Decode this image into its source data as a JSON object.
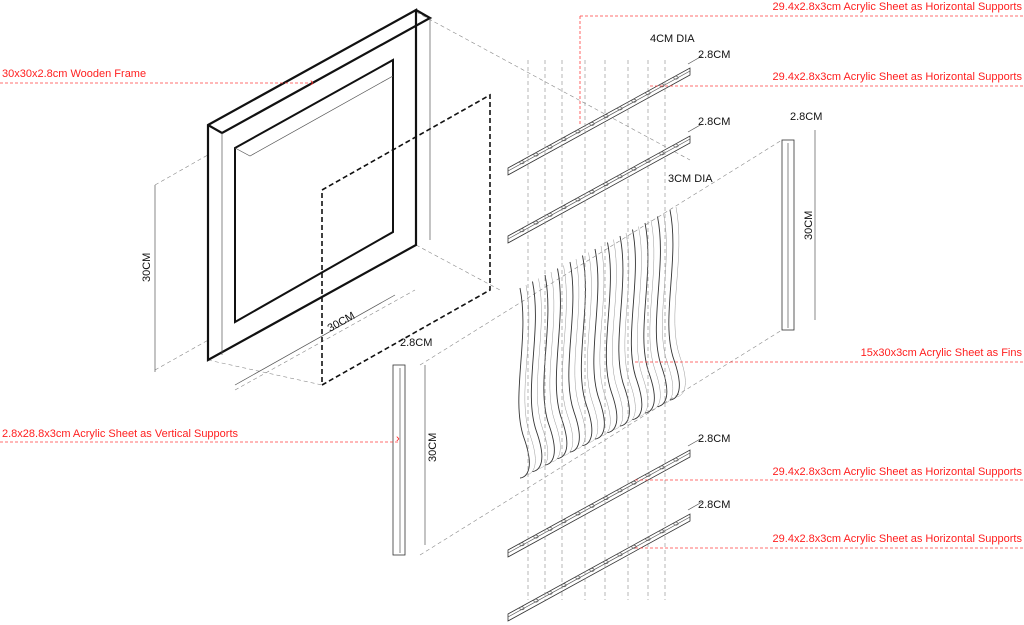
{
  "labels": {
    "wooden_frame": "30x30x2.8cm Wooden Frame",
    "horizontal_top_1": "29.4x2.8x3cm Acrylic Sheet as Horizontal Supports",
    "horizontal_top_2": "29.4x2.8x3cm Acrylic Sheet as Horizontal Supports",
    "fins": "15x30x3cm Acrylic Sheet as Fins",
    "vertical_supports": "2.8x28.8x3cm Acrylic Sheet as Vertical Supports",
    "horizontal_bottom_1": "29.4x2.8x3cm Acrylic Sheet as Horizontal Supports",
    "horizontal_bottom_2": "29.4x2.8x3cm Acrylic Sheet as Horizontal Supports"
  },
  "dimensions": {
    "frame_height": "30CM",
    "frame_width": "30CM",
    "left_support_width": "2.8CM",
    "left_support_height": "30CM",
    "hole_top": "4CM DIA",
    "bar1_width": "2.8CM",
    "bar2_width": "2.8CM",
    "hole_fin": "3CM DIA",
    "right_support_width": "2.8CM",
    "right_support_height": "30CM",
    "bar3_width": "2.8CM",
    "bar4_width": "2.8CM"
  },
  "colors": {
    "annotation": "#ff2020",
    "line": "#333333"
  }
}
